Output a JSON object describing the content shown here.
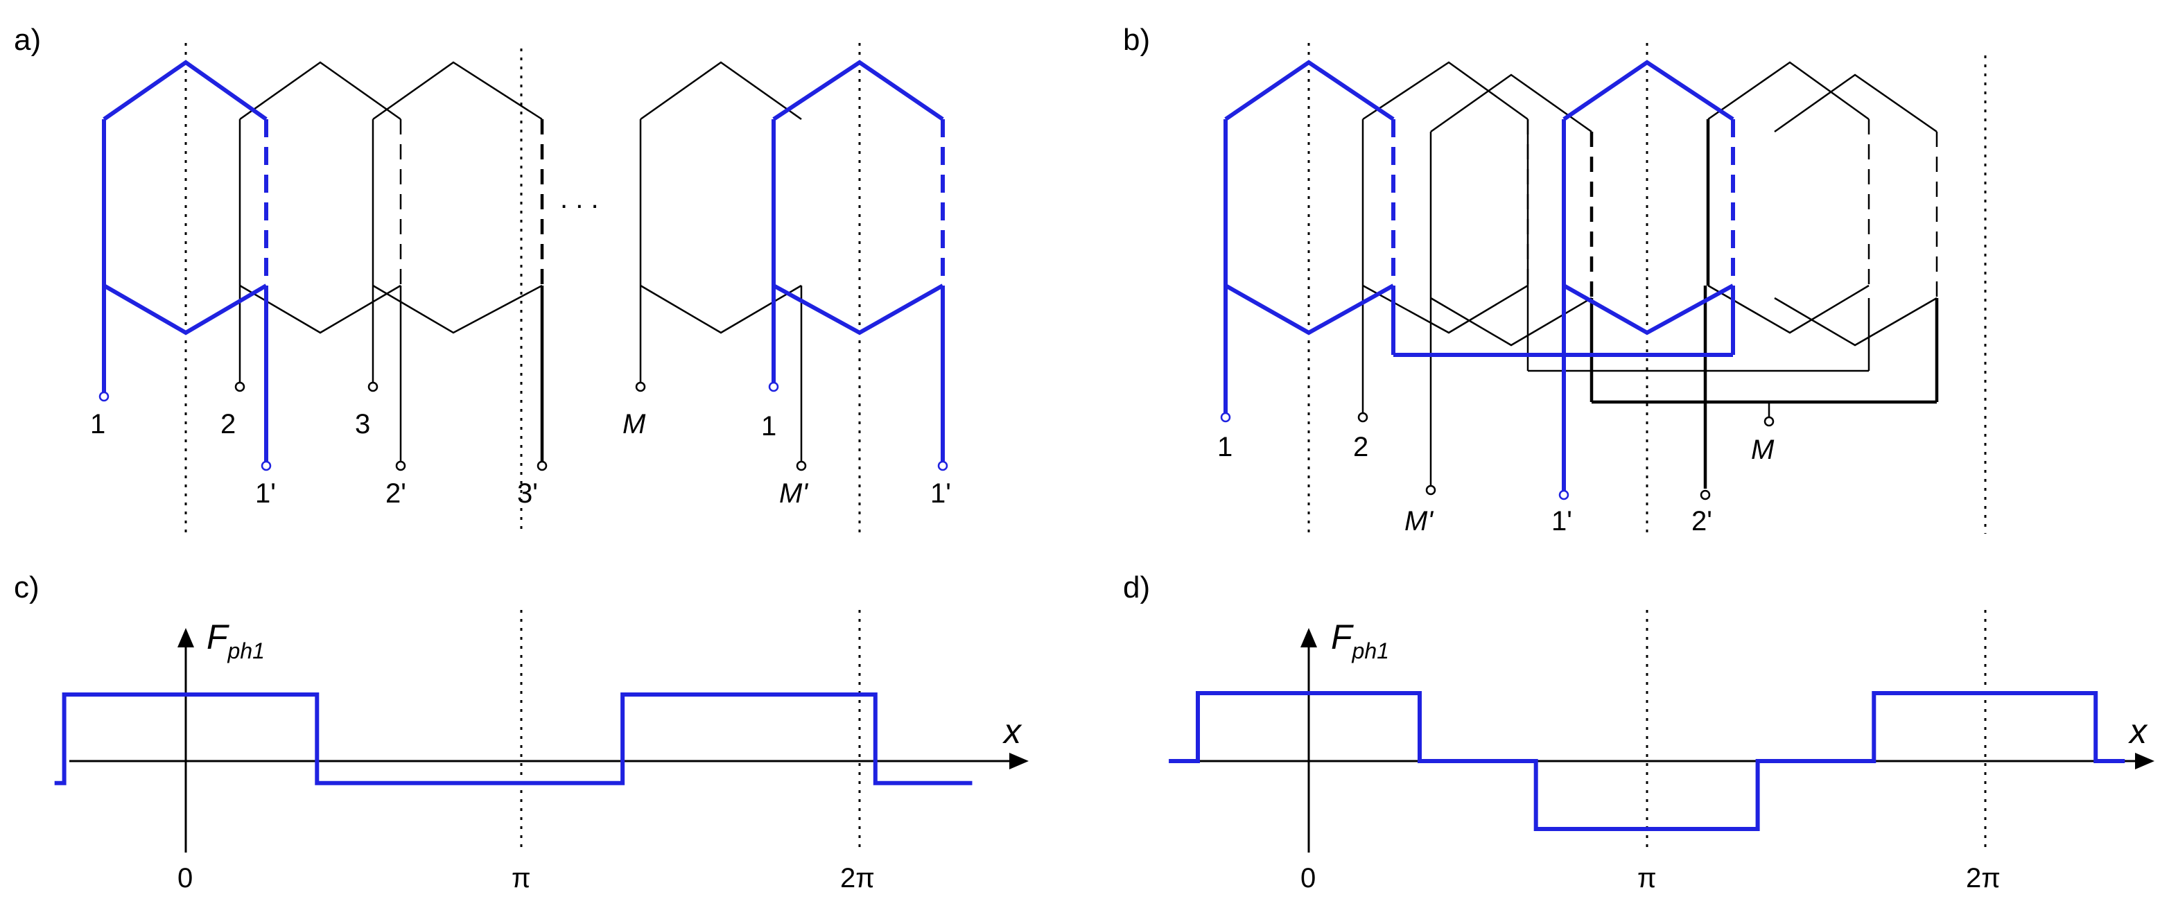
{
  "panels": {
    "a": {
      "label": "a)"
    },
    "b": {
      "label": "b)"
    },
    "c": {
      "label": "c)"
    },
    "d": {
      "label": "d)"
    }
  },
  "colors": {
    "phase1": "#1f22e0",
    "other": "#000000"
  },
  "panel_a": {
    "terminals": {
      "t1": "1",
      "t2": "2",
      "t3": "3",
      "tM": "M",
      "t1r": "1",
      "t1p": "1'",
      "t2p": "2'",
      "t3p": "3'",
      "tMp": "M'",
      "t1pr": "1'"
    },
    "ellipsis": ". . ."
  },
  "panel_b": {
    "terminals": {
      "t1": "1",
      "t2": "2",
      "tM": "M",
      "tMp": "M'",
      "t1p": "1'",
      "t2p": "2'"
    }
  },
  "mmf": {
    "ylabel_main": "F",
    "ylabel_sub": "ph1",
    "xlabel": "x",
    "ticks": [
      "0",
      "π",
      "2π"
    ]
  },
  "chart_data": [
    {
      "type": "line",
      "panel": "c",
      "title": "",
      "xlabel": "x",
      "ylabel": "Fph1",
      "tick_labels": [
        "0",
        "π",
        "2π"
      ],
      "series": [
        {
          "x": [
            -1.22,
            -1.13,
            -1.13,
            1.22,
            1.22,
            4.06,
            4.06,
            6.41,
            6.41,
            7.31
          ],
          "y": [
            -0.33,
            -0.33,
            1,
            1,
            -0.33,
            -0.33,
            1,
            1,
            -0.33,
            -0.33
          ]
        }
      ]
    },
    {
      "type": "line",
      "panel": "d",
      "title": "",
      "xlabel": "x",
      "ylabel": "Fph1",
      "tick_labels": [
        "0",
        "π",
        "2π"
      ],
      "series": [
        {
          "x": [
            -1.3,
            -1.03,
            -1.03,
            1.03,
            1.03,
            2.11,
            2.11,
            4.17,
            4.17,
            5.25,
            5.25,
            7.31,
            7.31,
            7.58
          ],
          "y": [
            0,
            0,
            1,
            1,
            0,
            0,
            -1,
            -1,
            0,
            0,
            1,
            1,
            0,
            0
          ]
        }
      ]
    }
  ]
}
